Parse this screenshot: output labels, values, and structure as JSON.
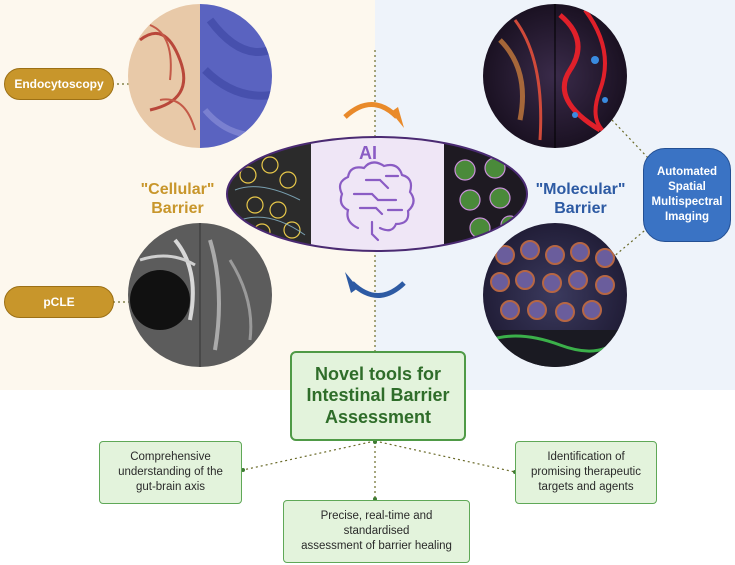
{
  "labels": {
    "endocytoscopy": "Endocytoscopy",
    "pcle": "pCLE",
    "cellular": "\"Cellular\"\nBarrier",
    "molecular": "\"Molecular\"\nBarrier",
    "automated": "Automated\nSpatial\nMultispectral\nImaging",
    "ai": "AI"
  },
  "main_box": "Novel tools for\nIntestinal Barrier\nAssessment",
  "outcomes": {
    "gut_brain": "Comprehensive\nunderstanding of the\ngut-brain axis",
    "healing": "Precise, real-time and\nstandardised\nassessment of barrier healing",
    "targets": "Identification of\npromising therapeutic\ntargets and agents"
  },
  "colors": {
    "gold": "#c8962b",
    "blue": "#3a73c4",
    "green": "#5fa857",
    "purple": "#8a5cc4",
    "orange_arrow": "#e98a2a"
  }
}
